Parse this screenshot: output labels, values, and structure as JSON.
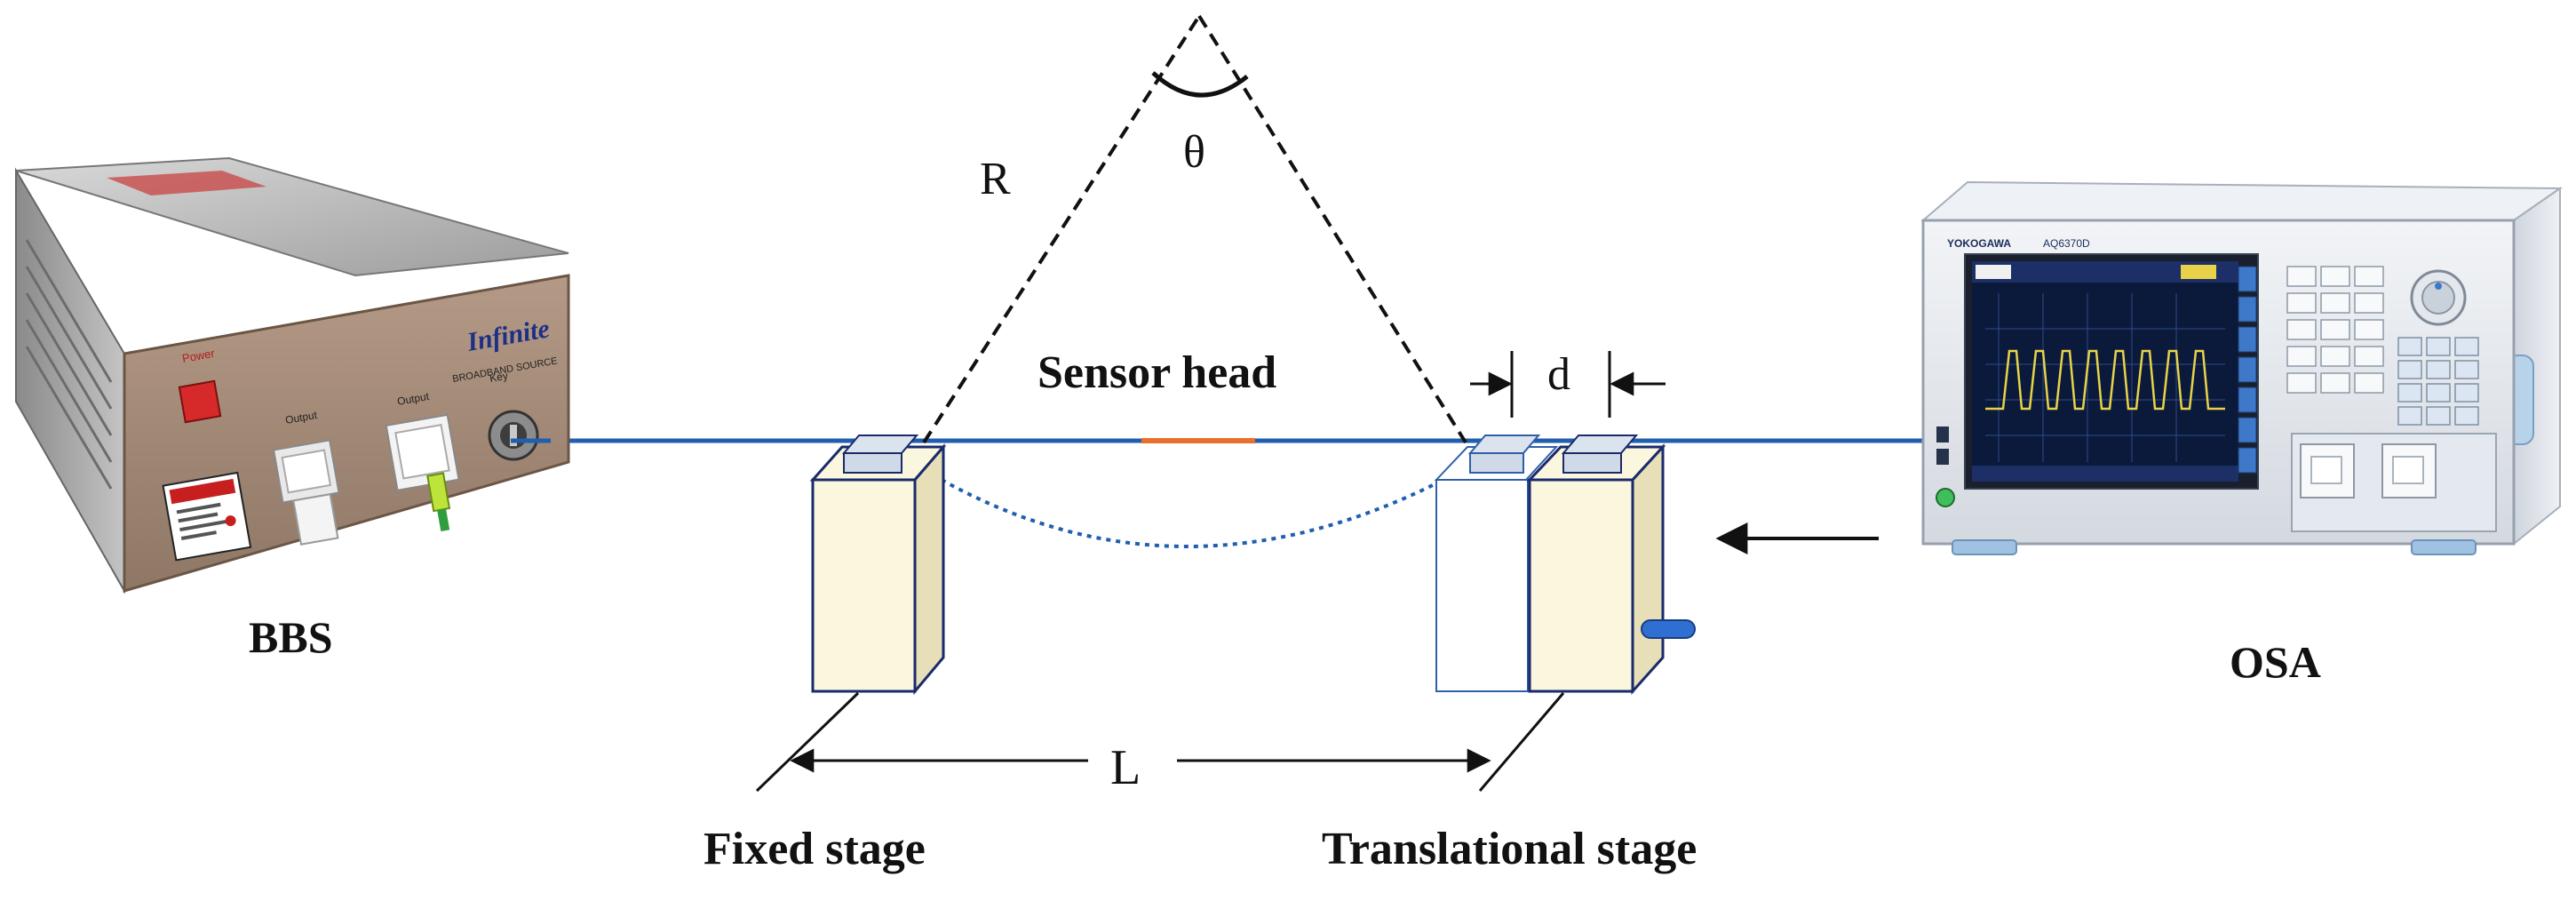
{
  "labels": {
    "bbs": "BBS",
    "osa": "OSA",
    "sensor_head": "Sensor head",
    "fixed_stage": "Fixed stage",
    "translational_stage": "Translational stage",
    "radius": "R",
    "angle": "θ",
    "displacement": "d",
    "length": "L"
  },
  "bbs_device": {
    "logo": "Infinite",
    "brand_subtitle": "BROADBAND SOURCE",
    "power_label": "Power",
    "port1_label": "Output",
    "port2_label": "Output",
    "key_label": "Key"
  },
  "osa_device": {
    "brand": "YOKOGAWA",
    "model": "AQ6370D"
  },
  "colors": {
    "fiber": "#1f5fae",
    "sensor_segment": "#e8702a",
    "stage_fill": "#fbf7de",
    "stage_edge": "#1a2a6b",
    "osa_trace": "#e8d24a",
    "osa_screen": "#0b1a3a"
  }
}
